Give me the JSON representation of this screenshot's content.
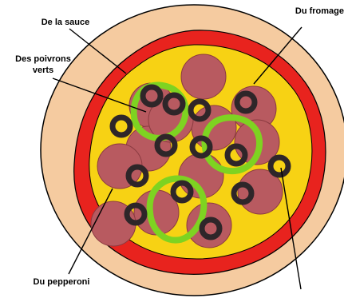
{
  "labels": {
    "sauce": "De la sauce",
    "peppers_line1": "Des poivrons",
    "peppers_line2": "verts",
    "cheese": "Du fromage",
    "pepperoni": "Du pepperoni"
  },
  "colors": {
    "crust": "#F5CBA0",
    "sauce": "#E8231E",
    "cheese": "#F7D214",
    "pepperoni": "#B85A60",
    "pepperoni_outline": "#8A3A40",
    "olive": "#2E2629",
    "pepper": "#7ED321",
    "outline": "#000000"
  }
}
